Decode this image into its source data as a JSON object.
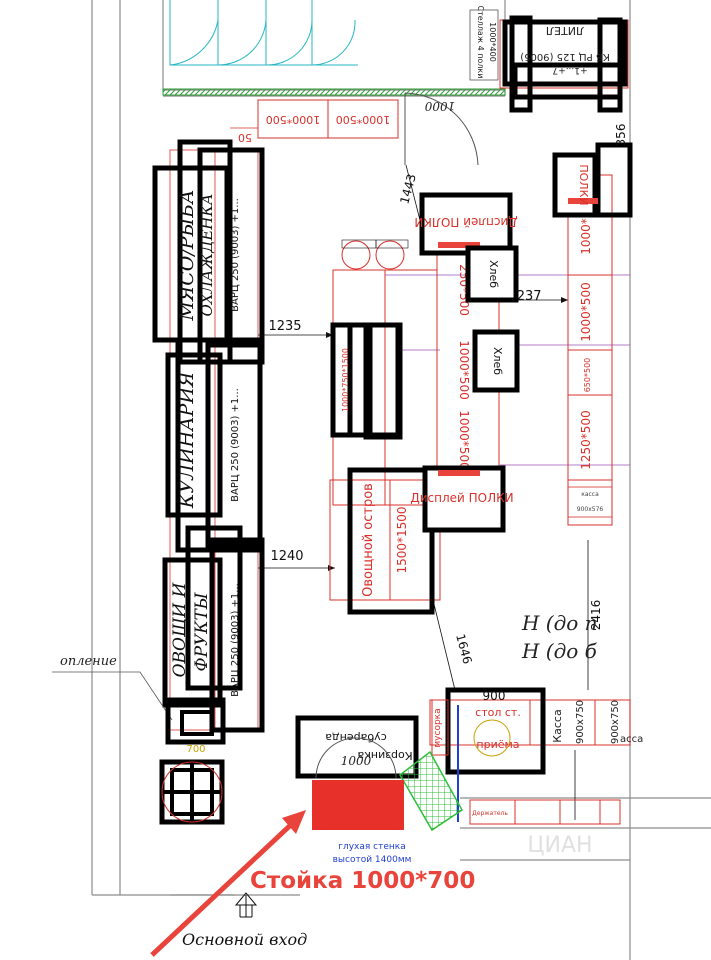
{
  "colors": {
    "fixture_outline": "#000000",
    "red_dimension": "#d9302a",
    "wall_gray": "#8c8c8c",
    "cyan_door": "#27b7c4",
    "green_wall": "#2f9e3a",
    "purple_line": "#9a4fb0",
    "red_rack": "#e8443b",
    "green_cart": "#2fbf3a",
    "blue_wall": "#1f3fd6"
  },
  "labels": {
    "top_fixture": "ЛИТЕЛ",
    "top_fixture_sub": "КБ РЦ 125 (9005)",
    "top_fixture_sub2": "+1...+7",
    "shelf_note": "Стеллаж 4 полки",
    "shelf_note2": "1000*400",
    "top_shelf_1": "1000*500",
    "top_shelf_2": "1000*500",
    "dim_1000_top": "1000",
    "dim_50": "50",
    "dim_1443": "1443",
    "display_shelves_top": "Дисплей ПОЛКИ",
    "bread_1": "Хлеб",
    "bread_2": "Хлеб",
    "dim_1237": "1237",
    "right_display": "ПОЛКИ",
    "dim_356": "356",
    "meat_fish": "МЯСО/РЫБА",
    "chilled": "ОХЛАЖДЕНКА",
    "barrel_1": "ВАРЦ 250 (9003) +1...",
    "dim_1235": "1235",
    "culinary": "КУЛИНАРИЯ",
    "barrel_2": "ВАРЦ 250 (9003) +1...",
    "dim_1240": "1240",
    "vegetables": "ОВОЩИ И",
    "fruits": "ФРУКТЫ",
    "barrel_3": "ВАРЦ 250 (9003) +1...",
    "island_small": "1000*750*1500",
    "vegetable_island": "Овощной остров",
    "island_dim": "1500*1500",
    "display_shelves_mid": "Дисплей ПОЛКИ",
    "col_250_500": "250*500",
    "col_1000_500_a": "1000*500",
    "col_1000_500_b": "1000*500",
    "right_1000_500_a": "1000*500",
    "right_1000_500_b": "1000*500",
    "right_650_500": "650*500",
    "right_1250_500": "1250*500",
    "cash_note": "касса",
    "cash_note2": "900х576",
    "dim_2416": "2416",
    "note_h1": "Н (до п",
    "note_h2": "Н (до б",
    "dim_1646": "1646",
    "heating": "опление",
    "dim_700": "700",
    "dim_900": "900",
    "trash": "мусорка",
    "table_label": "стол ст.",
    "table_label2": "приёма",
    "checkout_1": "Касса",
    "checkout_dim_1": "900х750",
    "checkout_dim_2": "900х750",
    "checkout_2": "асса",
    "basket": "Корзинка",
    "basket_sub": "субаренда",
    "dim_1000_bottom": "1000",
    "blind_wall": "глухая стенка",
    "blind_wall_height": "высотой 1400мм",
    "counter_callout": "Стойка 1000*700",
    "main_entrance": "Основной вход",
    "rack_label": "Держатель",
    "watermark": "ЦИАН"
  }
}
